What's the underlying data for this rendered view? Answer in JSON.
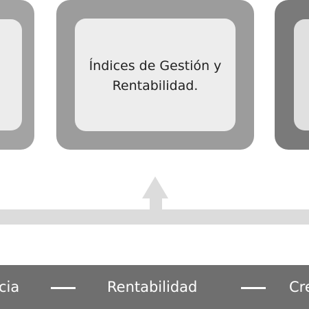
{
  "cards": {
    "left": {
      "label": ""
    },
    "center": {
      "label": "Índices de Gestión y Rentabilidad."
    },
    "right": {
      "label": ""
    }
  },
  "band": {
    "items": [
      "cia",
      "Rentabilidad",
      "Cre"
    ]
  },
  "colors": {
    "card_left": "#a3a3a3",
    "card_center": "#9c9c9c",
    "card_right": "#7a7a7a",
    "card_inner": "#ededed",
    "arrow": "#dcdcdc",
    "band": "#6f6f6f",
    "band_text": "#ffffff"
  }
}
